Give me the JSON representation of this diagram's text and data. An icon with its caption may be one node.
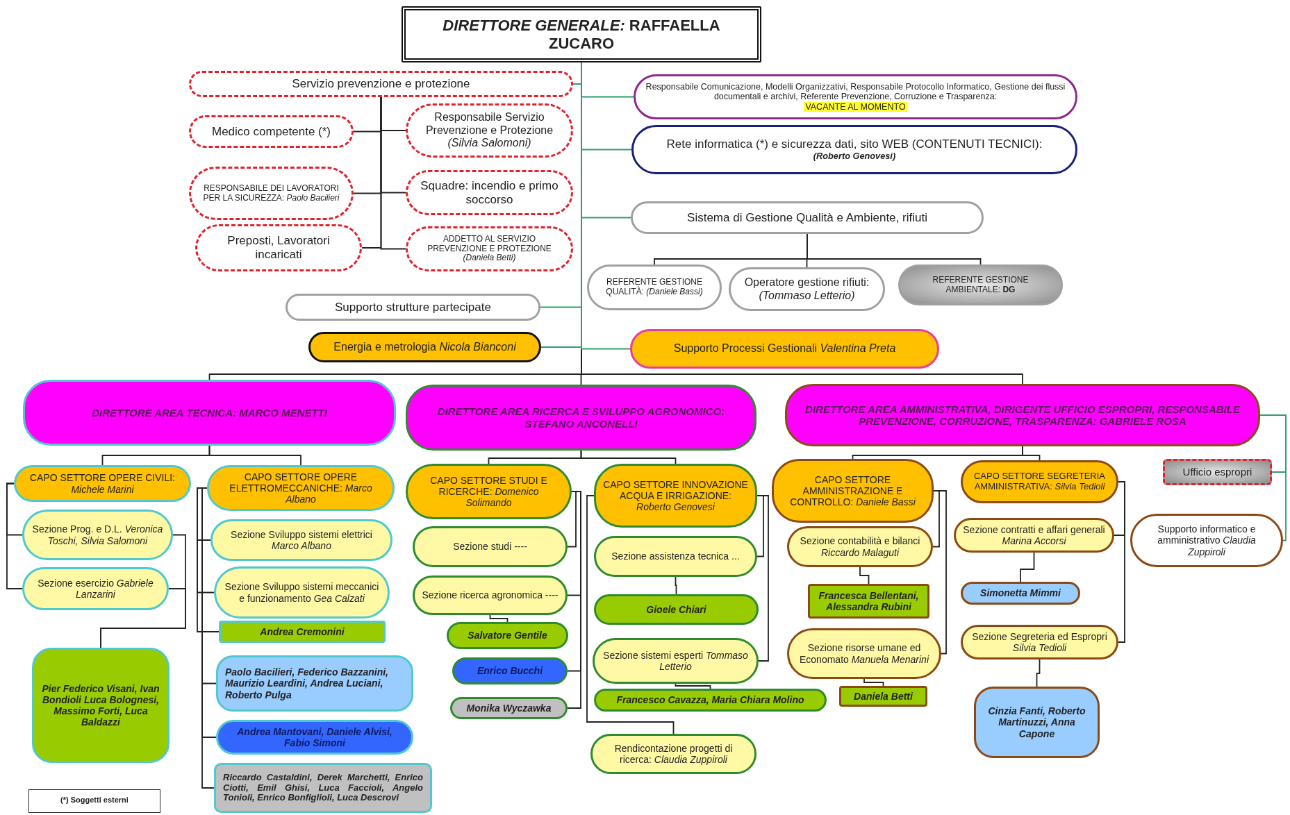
{
  "diagram": {
    "nodes": [
      {
        "text": [
          "*DIRETTORE GENERALE:* RAFFAELLA ZUCARO"
        ]
      },
      {
        "text": [
          "Servizio prevenzione e protezione"
        ]
      },
      {
        "text": [
          "Medico competente (*)"
        ]
      },
      {
        "text": [
          "Responsabile Servizio Prevenzione e Protezione *(Silvia Salomoni)*"
        ]
      },
      {
        "text": [
          "RESPONSABILE DEI LAVORATORI PER LA SICUREZZA: *Paolo Bacilieri*"
        ]
      },
      {
        "text": [
          "Squadre: incendio e primo soccorso"
        ]
      },
      {
        "text": [
          "Preposti, Lavoratori incaricati"
        ]
      },
      {
        "text": [
          "ADDETTO AL SERVIZIO PREVENZIONE E PROTEZIONE *(Daniela Betti)*"
        ]
      },
      {
        "text": [
          "Responsabile Comunicazione, Modelli Organizzativi, Responsabile Protocollo Informatico, Gestione dei flussi documentali e archivi, Referente Prevenzione, Corruzione e Trasparenza:",
          "VACANTE AL MOMENTO"
        ]
      },
      {
        "text": [
          "Rete informatica (*) e sicurezza dati, sito WEB (CONTENUTI TECNICI):",
          "(Roberto Genovesi)"
        ]
      },
      {
        "text": [
          "Sistema di Gestione Qualità e Ambiente, rifiuti"
        ]
      },
      {
        "text": [
          "REFERENTE GESTIONE QUALITÀ: *(Daniele Bassi)*"
        ]
      },
      {
        "text": [
          "Operatore gestione rifiuti: *(Tommaso Letterio)*"
        ]
      },
      {
        "text": [
          "REFERENTE GESTIONE AMBIENTALE: **DG**"
        ]
      },
      {
        "text": [
          "Supporto strutture partecipate"
        ]
      },
      {
        "text": [
          "Energia e metrologia *Nicola Bianconi*"
        ]
      },
      {
        "text": [
          "Supporto Processi Gestionali *Valentina Preta*"
        ]
      },
      {
        "text": [
          "DIRETTORE AREA TECNICA: MARCO MENETTI"
        ]
      },
      {
        "text": [
          "CAPO SETTORE OPERE CIVILI: *Michele Marini*"
        ]
      },
      {
        "text": [
          "Sezione Prog. e D.L. *Veronica Toschi, Silvia Salomoni*"
        ]
      },
      {
        "text": [
          "Sezione esercizio *Gabriele Lanzarini*"
        ]
      },
      {
        "text": [
          "Pier Federico Visani, Ivan Bondioli Luca Bolognesi, Massimo Forti, Luca Baldazzi"
        ]
      },
      {
        "text": [
          "CAPO SETTORE OPERE ELETTROMECCANICHE: *Marco Albano*"
        ]
      },
      {
        "text": [
          "Sezione Sviluppo sistemi elettrici *Marco Albano*"
        ]
      },
      {
        "text": [
          "Sezione Sviluppo sistemi meccanici e funzionamento *Gea Calzati*"
        ]
      },
      {
        "text": [
          "Andrea Cremonini"
        ]
      },
      {
        "text": [
          "Paolo Bacilieri, Federico Bazzanini, Maurizio Leardini, Andrea Luciani, Roberto Pulga"
        ]
      },
      {
        "text": [
          "Andrea Mantovani, Daniele Alvisi, Fabio Simoni"
        ]
      },
      {
        "text": [
          "Riccardo Castaldini, Derek Marchetti, Enrico Ciotti, Emil Ghisi, Luca Faccioli, Angelo Tonioli, Enrico Bonfiglioli, Luca Descrovi"
        ]
      },
      {
        "text": [
          "DIRETTORE AREA RICERCA E SVILUPPO AGRONOMICO: STEFANO ANCONELLI"
        ]
      },
      {
        "text": [
          "CAPO SETTORE STUDI E RICERCHE: *Domenico Solimando*"
        ]
      },
      {
        "text": [
          "Sezione studi ----"
        ]
      },
      {
        "text": [
          "Sezione ricerca agronomica ----"
        ]
      },
      {
        "text": [
          "Salvatore Gentile"
        ]
      },
      {
        "text": [
          "Enrico Bucchi"
        ]
      },
      {
        "text": [
          "Monika Wyczawka"
        ]
      },
      {
        "text": [
          "CAPO SETTORE INNOVAZIONE ACQUA E IRRIGAZIONE: *Roberto Genovesi*"
        ]
      },
      {
        "text": [
          "Sezione assistenza tecnica ..."
        ]
      },
      {
        "text": [
          "Gioele Chiari"
        ]
      },
      {
        "text": [
          "Sezione sistemi esperti *Tommaso Letterio*"
        ]
      },
      {
        "text": [
          "Francesco Cavazza, Maria Chiara Molino"
        ]
      },
      {
        "text": [
          "Rendicontazione progetti di ricerca: *Claudia Zuppiroli*"
        ]
      },
      {
        "text": [
          "DIRETTORE AREA AMMINISTRATIVA, DIRIGENTE UFFICIO ESPROPRI, RESPONSABILE PREVENZIONE, CORRUZIONE, TRASPARENZA: GABRIELE ROSA"
        ]
      },
      {
        "text": [
          "CAPO SETTORE AMMINISTRAZIONE E CONTROLLO: *Daniele Bassi*"
        ]
      },
      {
        "text": [
          "Sezione contabilità e bilanci *Riccardo Malaguti*"
        ]
      },
      {
        "text": [
          "Francesca Bellentani, Alessandra Rubini"
        ]
      },
      {
        "text": [
          "Sezione risorse umane ed Economato *Manuela Menarini*"
        ]
      },
      {
        "text": [
          "Daniela Betti"
        ]
      },
      {
        "text": [
          "CAPO SETTORE SEGRETERIA AMMINISTRATIVA: *Silvia Tedioli*"
        ]
      },
      {
        "text": [
          "Sezione contratti e affari generali *Marina Accorsi*"
        ]
      },
      {
        "text": [
          "Simonetta Mimmi"
        ]
      },
      {
        "text": [
          "Sezione Segreteria ed Espropri *Silvia Tedioli*"
        ]
      },
      {
        "text": [
          "Cinzia Fanti, Roberto Martinuzzi, Anna Capone"
        ]
      },
      {
        "text": [
          "Ufficio espropri"
        ]
      },
      {
        "text": [
          "Supporto informatico e amministrativo *Claudia Zuppiroli*"
        ]
      }
    ],
    "edges": [
      {
        "from": 0,
        "to": 1,
        "arrow": "none",
        "color": "#2e9e6b"
      },
      {
        "from": 0,
        "to": 8,
        "arrow": "none",
        "color": "#2e9e6b"
      },
      {
        "from": 0,
        "to": 9,
        "arrow": "none",
        "color": "#2e9e6b"
      },
      {
        "from": 0,
        "to": 10,
        "arrow": "none",
        "color": "#2e9e6b"
      },
      {
        "from": 0,
        "to": 14,
        "arrow": "none",
        "color": "#2e9e6b"
      },
      {
        "from": 0,
        "to": 15,
        "arrow": "none",
        "color": "#2e9e6b"
      },
      {
        "from": 0,
        "to": 16,
        "arrow": "none",
        "color": "#2e9e6b"
      },
      {
        "from": 0,
        "to": 17,
        "arrow": "none"
      },
      {
        "from": 0,
        "to": 29,
        "arrow": "none"
      },
      {
        "from": 0,
        "to": 42,
        "arrow": "none"
      },
      {
        "from": 1,
        "to": 2,
        "arrow": "none"
      },
      {
        "from": 1,
        "to": 3,
        "arrow": "none"
      },
      {
        "from": 1,
        "to": 4,
        "arrow": "none"
      },
      {
        "from": 1,
        "to": 5,
        "arrow": "none"
      },
      {
        "from": 1,
        "to": 6,
        "arrow": "none"
      },
      {
        "from": 1,
        "to": 7,
        "arrow": "none"
      },
      {
        "from": 10,
        "to": 11,
        "arrow": "none"
      },
      {
        "from": 10,
        "to": 12,
        "arrow": "none"
      },
      {
        "from": 10,
        "to": 13,
        "arrow": "none"
      },
      {
        "from": 17,
        "to": 18,
        "arrow": "none"
      },
      {
        "from": 17,
        "to": 22,
        "arrow": "none"
      },
      {
        "from": 18,
        "to": 19,
        "arrow": "none"
      },
      {
        "from": 18,
        "to": 20,
        "arrow": "none"
      },
      {
        "from": 19,
        "to": 21,
        "arrow": "none"
      },
      {
        "from": 20,
        "to": 21,
        "arrow": "none"
      },
      {
        "from": 22,
        "to": 23,
        "arrow": "none"
      },
      {
        "from": 22,
        "to": 24,
        "arrow": "none"
      },
      {
        "from": 22,
        "to": 25,
        "arrow": "none"
      },
      {
        "from": 22,
        "to": 26,
        "arrow": "none"
      },
      {
        "from": 22,
        "to": 27,
        "arrow": "none"
      },
      {
        "from": 22,
        "to": 28,
        "arrow": "none"
      },
      {
        "from": 29,
        "to": 30,
        "arrow": "none"
      },
      {
        "from": 29,
        "to": 36,
        "arrow": "none"
      },
      {
        "from": 30,
        "to": 31,
        "arrow": "none"
      },
      {
        "from": 30,
        "to": 32,
        "arrow": "none"
      },
      {
        "from": 30,
        "to": 34,
        "arrow": "none"
      },
      {
        "from": 30,
        "to": 35,
        "arrow": "none"
      },
      {
        "from": 32,
        "to": 33,
        "arrow": "none"
      },
      {
        "from": 36,
        "to": 37,
        "arrow": "none"
      },
      {
        "from": 36,
        "to": 39,
        "arrow": "none"
      },
      {
        "from": 36,
        "to": 41,
        "arrow": "none"
      },
      {
        "from": 37,
        "to": 38,
        "arrow": "none"
      },
      {
        "from": 39,
        "to": 40,
        "arrow": "none"
      },
      {
        "from": 42,
        "to": 43,
        "arrow": "none"
      },
      {
        "from": 42,
        "to": 48,
        "arrow": "none"
      },
      {
        "from": 42,
        "to": 53,
        "arrow": "none",
        "color": "#2e9e6b"
      },
      {
        "from": 42,
        "to": 54,
        "arrow": "none",
        "color": "#2e9e6b"
      },
      {
        "from": 43,
        "to": 44,
        "arrow": "none"
      },
      {
        "from": 43,
        "to": 46,
        "arrow": "none"
      },
      {
        "from": 44,
        "to": 45,
        "arrow": "none"
      },
      {
        "from": 46,
        "to": 47,
        "arrow": "none"
      },
      {
        "from": 48,
        "to": 49,
        "arrow": "none"
      },
      {
        "from": 48,
        "to": 51,
        "arrow": "none"
      },
      {
        "from": 49,
        "to": 50,
        "arrow": "none"
      },
      {
        "from": 51,
        "to": 52,
        "arrow": "none"
      }
    ],
    "labels": [
      "(*) Soggetti esterni"
    ]
  }
}
